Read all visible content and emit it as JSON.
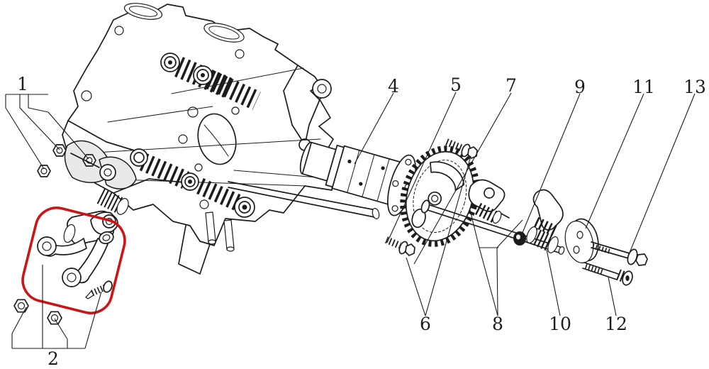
{
  "figure": {
    "type": "exploded-parts-line-diagram",
    "description": "Engine cylinder head with rocker arms, camshaft, timing sprocket and decompressor parts shown exploded; rocker-arm assembly circled in red",
    "colors": {
      "background": "#ffffff",
      "ink": "#1c1c1c",
      "highlight": "#cc1516"
    },
    "highlighted_callout": "2",
    "callouts": [
      {
        "label": "1"
      },
      {
        "label": "2"
      },
      {
        "label": "4"
      },
      {
        "label": "5"
      },
      {
        "label": "6"
      },
      {
        "label": "7"
      },
      {
        "label": "8"
      },
      {
        "label": "9"
      },
      {
        "label": "10"
      },
      {
        "label": "11"
      },
      {
        "label": "12"
      },
      {
        "label": "13"
      }
    ]
  }
}
